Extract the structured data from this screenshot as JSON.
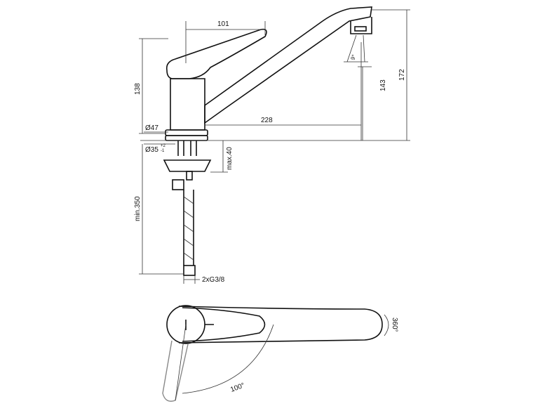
{
  "title": "Kitchen mixer tap dimension drawing",
  "dimensions": {
    "lever_length": "101",
    "body_height": "138",
    "spout_outlet_height": "143",
    "total_height": "172",
    "spout_reach": "228",
    "base_diameter": "Ø47",
    "hole_diameter": "Ø35",
    "hole_tolerance_plus": "+2",
    "hole_tolerance_minus": "-1",
    "max_deck_thickness": "max.40",
    "min_hose_length": "min.350",
    "connection": "2xG3/8",
    "jet_angle": "9°",
    "spout_rotation": "360°",
    "lever_rotation": "100°"
  }
}
